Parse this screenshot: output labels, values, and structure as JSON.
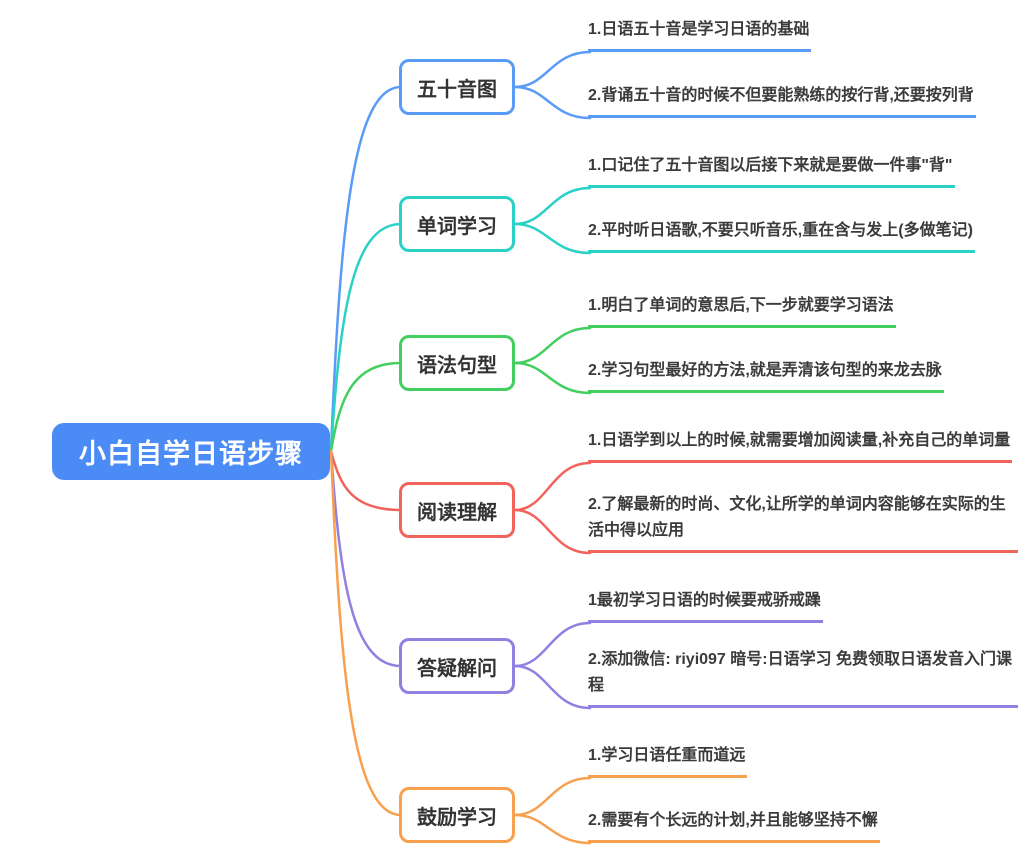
{
  "root": {
    "label": "小白自学日语步骤",
    "bg_color": "#4b8bf5",
    "text_color": "#ffffff"
  },
  "branches": [
    {
      "label": "五十音图",
      "color": "#5b9bf8",
      "leaves": [
        "1.日语五十音是学习日语的基础",
        "2.背诵五十音的时候不但要能熟练的按行背,还要按列背"
      ]
    },
    {
      "label": "单词学习",
      "color": "#2bd1c5",
      "leaves": [
        "1.口记住了五十音图以后接下来就是要做一件事\"背\"",
        "2.平时听日语歌,不要只听音乐,重在含与发上(多做笔记)"
      ]
    },
    {
      "label": "语法句型",
      "color": "#42cf5f",
      "leaves": [
        "1.明白了单词的意思后,下一步就要学习语法",
        "2.学习句型最好的方法,就是弄清该句型的来龙去脉"
      ]
    },
    {
      "label": "阅读理解",
      "color": "#f2635c",
      "leaves": [
        "1.日语学到以上的时候,就需要增加阅读量,补充自己的单词量",
        "2.了解最新的时尚、文化,让所学的单词内容能够在实际的生活中得以应用"
      ]
    },
    {
      "label": "答疑解问",
      "color": "#9180e2",
      "leaves": [
        "1最初学习日语的时候要戒骄戒躁",
        "2.添加微信: riyi097 暗号:日语学习 免费领取日语发音入门课程"
      ]
    },
    {
      "label": "鼓励学习",
      "color": "#f8a04e",
      "leaves": [
        "1.学习日语任重而道远",
        "2.需要有个长远的计划,并且能够坚持不懈"
      ]
    }
  ]
}
